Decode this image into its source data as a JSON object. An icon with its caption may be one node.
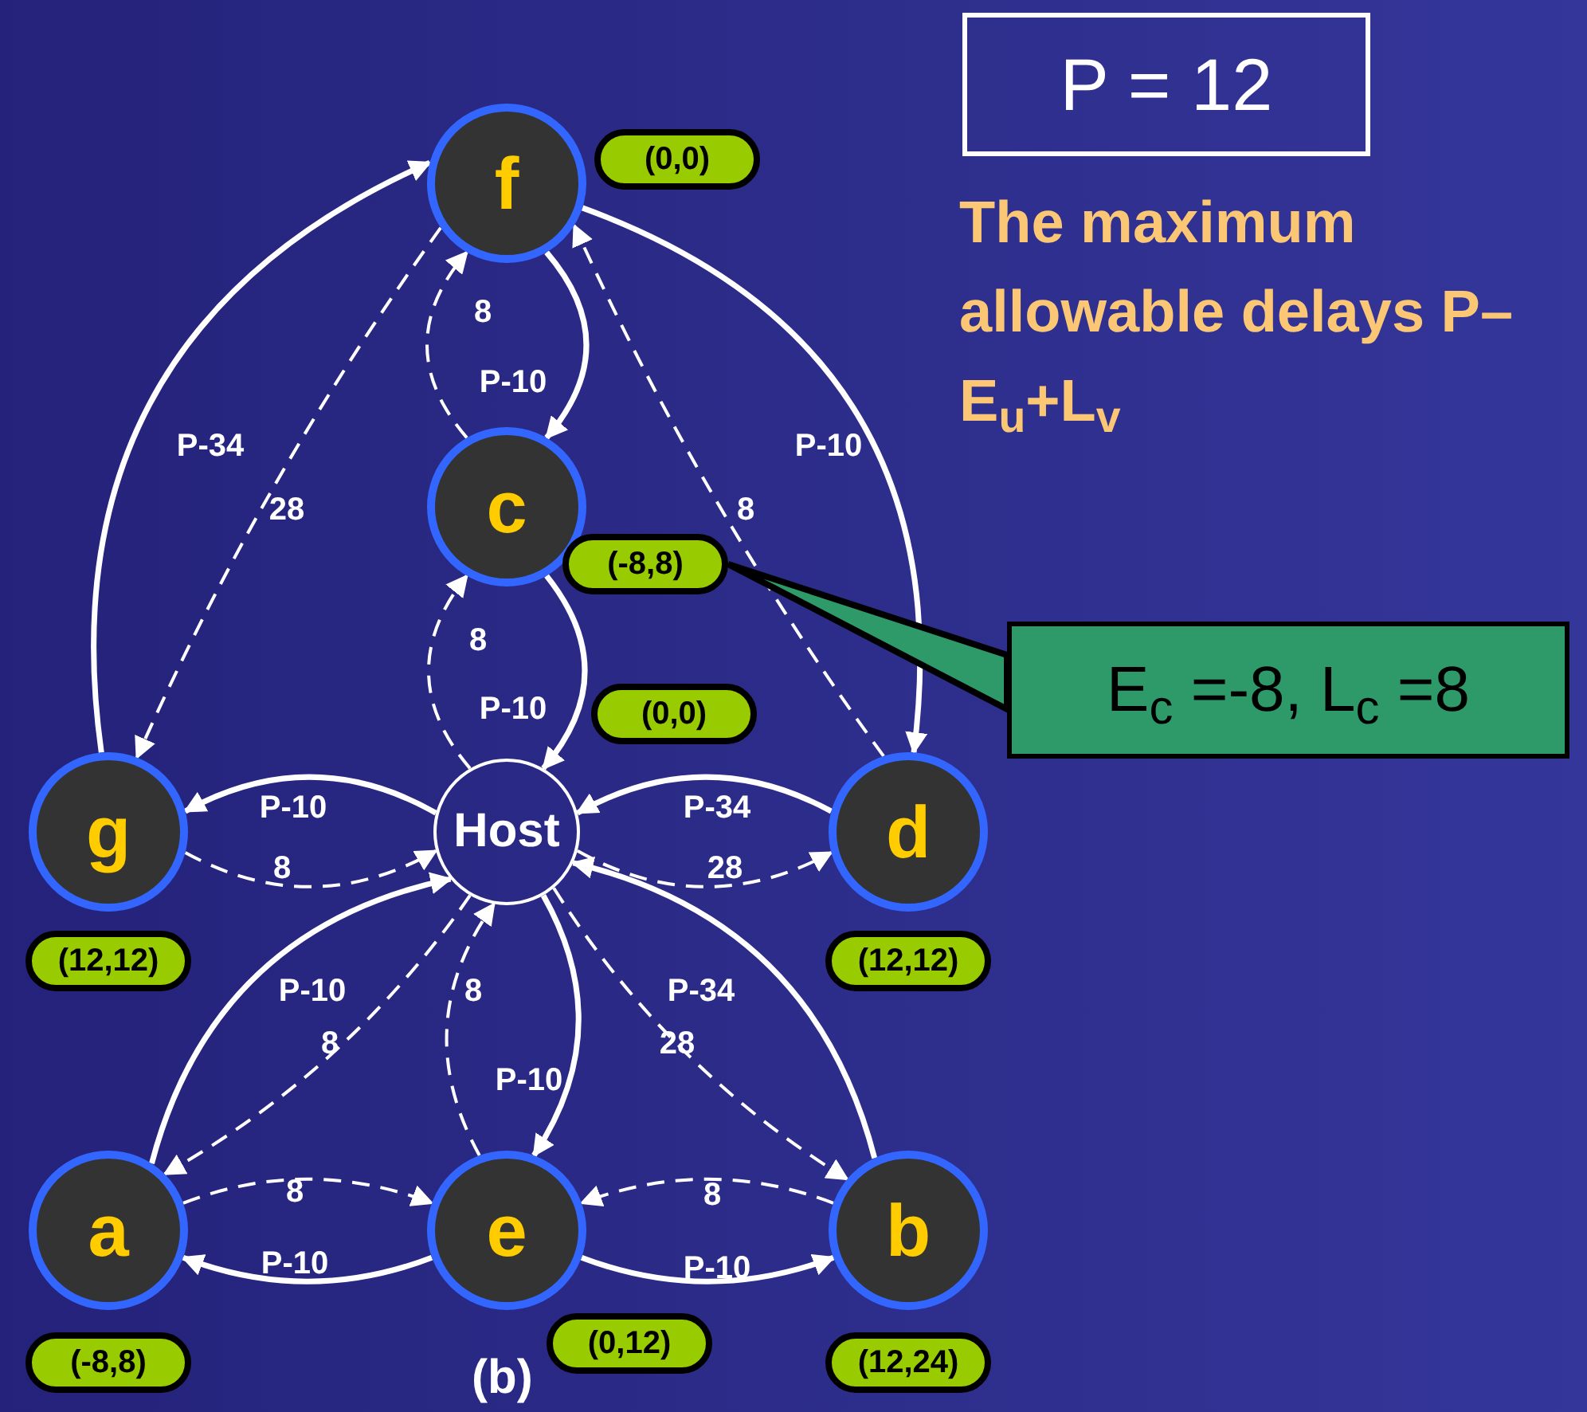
{
  "diagram": {
    "nodes": [
      {
        "text": [
          "f"
        ]
      },
      {
        "text": [
          "(0,0)"
        ]
      },
      {
        "text": [
          "c"
        ]
      },
      {
        "text": [
          "(-8,8)"
        ]
      },
      {
        "text": [
          "Host"
        ]
      },
      {
        "text": [
          "(0,0)"
        ]
      },
      {
        "text": [
          "g"
        ]
      },
      {
        "text": [
          "(12,12)"
        ]
      },
      {
        "text": [
          "d"
        ]
      },
      {
        "text": [
          "(12,12)"
        ]
      },
      {
        "text": [
          "a"
        ]
      },
      {
        "text": [
          "(-8,8)"
        ]
      },
      {
        "text": [
          "e"
        ]
      },
      {
        "text": [
          "(0,12)"
        ]
      },
      {
        "text": [
          "b"
        ]
      },
      {
        "text": [
          "(12,24)"
        ]
      },
      {
        "text": [
          "P = 12"
        ]
      },
      {
        "text": [
          "E$_{c}$ =-8, L$_{c}$ =8"
        ]
      }
    ],
    "edges": [
      {
        "from": 0,
        "to": 2,
        "arrow": "to",
        "label": "P-10"
      },
      {
        "from": 2,
        "to": 0,
        "arrow": "to",
        "label": "8",
        "style": "dashed"
      },
      {
        "from": 2,
        "to": 4,
        "arrow": "to",
        "label": "P-10"
      },
      {
        "from": 4,
        "to": 2,
        "arrow": "to",
        "label": "8",
        "style": "dashed"
      },
      {
        "from": 6,
        "to": 0,
        "arrow": "to",
        "label": "P-34"
      },
      {
        "from": 0,
        "to": 6,
        "arrow": "to",
        "label": "28",
        "style": "dashed"
      },
      {
        "from": 0,
        "to": 8,
        "arrow": "to",
        "label": "P-10"
      },
      {
        "from": 8,
        "to": 0,
        "arrow": "to",
        "label": "8",
        "style": "dashed"
      },
      {
        "from": 4,
        "to": 6,
        "arrow": "to",
        "label": "P-10"
      },
      {
        "from": 6,
        "to": 4,
        "arrow": "to",
        "label": "8",
        "style": "dashed"
      },
      {
        "from": 8,
        "to": 4,
        "arrow": "to",
        "label": "P-34"
      },
      {
        "from": 4,
        "to": 8,
        "arrow": "to",
        "label": "28",
        "style": "dashed"
      },
      {
        "from": 10,
        "to": 4,
        "arrow": "to",
        "label": "P-10"
      },
      {
        "from": 4,
        "to": 10,
        "arrow": "to",
        "label": "8",
        "style": "dashed"
      },
      {
        "from": 12,
        "to": 4,
        "arrow": "to",
        "label": "8",
        "style": "dashed"
      },
      {
        "from": 4,
        "to": 12,
        "arrow": "to",
        "label": "P-10"
      },
      {
        "from": 4,
        "to": 14,
        "arrow": "to",
        "label": "28",
        "style": "dashed"
      },
      {
        "from": 14,
        "to": 4,
        "arrow": "to",
        "label": "P-34"
      },
      {
        "from": 10,
        "to": 12,
        "arrow": "to",
        "label": "8",
        "style": "dashed"
      },
      {
        "from": 12,
        "to": 10,
        "arrow": "to",
        "label": "P-10"
      },
      {
        "from": 14,
        "to": 12,
        "arrow": "to",
        "label": "8",
        "style": "dashed"
      },
      {
        "from": 12,
        "to": 14,
        "arrow": "to",
        "label": "P-10"
      },
      {
        "from": 17,
        "to": 3,
        "arrow": "none"
      }
    ],
    "labels": [
      "The maximum allowable delays P–E$_{u}$+L$_{v}$",
      "(b)"
    ]
  }
}
